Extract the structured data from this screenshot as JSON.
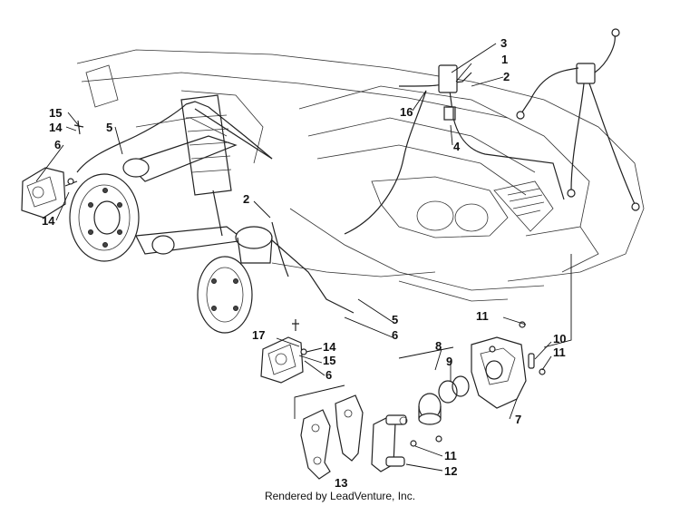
{
  "callouts": [
    {
      "id": "3a",
      "text": "3"
    },
    {
      "id": "1",
      "text": "1"
    },
    {
      "id": "2a",
      "text": "2"
    },
    {
      "id": "16",
      "text": "16"
    },
    {
      "id": "4",
      "text": "4"
    },
    {
      "id": "15a",
      "text": "15"
    },
    {
      "id": "14a",
      "text": "14"
    },
    {
      "id": "5a",
      "text": "5"
    },
    {
      "id": "6a",
      "text": "6"
    },
    {
      "id": "14b",
      "text": "14"
    },
    {
      "id": "2b",
      "text": "2"
    },
    {
      "id": "5b",
      "text": "5"
    },
    {
      "id": "6b",
      "text": "6"
    },
    {
      "id": "11a",
      "text": "11"
    },
    {
      "id": "10",
      "text": "10"
    },
    {
      "id": "11b",
      "text": "11"
    },
    {
      "id": "8",
      "text": "8"
    },
    {
      "id": "9",
      "text": "9"
    },
    {
      "id": "17",
      "text": "17"
    },
    {
      "id": "14c",
      "text": "14"
    },
    {
      "id": "15b",
      "text": "15"
    },
    {
      "id": "6c",
      "text": "6"
    },
    {
      "id": "7",
      "text": "7"
    },
    {
      "id": "11c",
      "text": "11"
    },
    {
      "id": "12",
      "text": "12"
    },
    {
      "id": "13",
      "text": "13"
    }
  ],
  "footer": "Rendered by LeadVenture, Inc."
}
